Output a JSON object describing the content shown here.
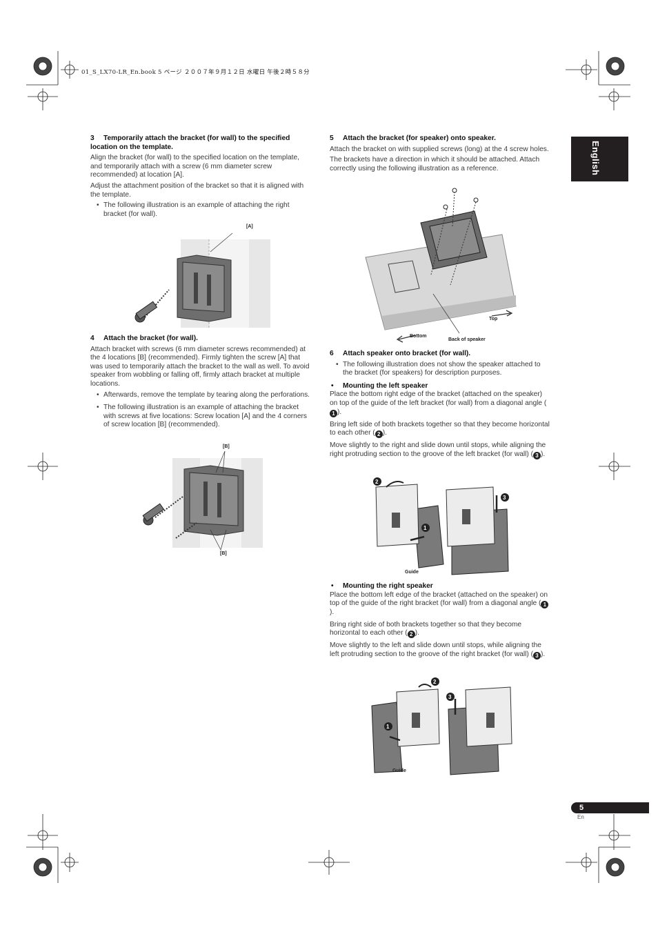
{
  "header": {
    "file_line": "01_S_LX70-LR_En.book  5 ページ  ２００７年９月１２日  水曜日  午後２時５８分"
  },
  "side_tab": "English",
  "page": {
    "number": "5",
    "lang": "En"
  },
  "left": {
    "s3": {
      "num": "3",
      "title": "Temporarily attach the bracket (for wall) to the specified location on the template.",
      "p1": "Align the bracket (for wall) to the specified location on the template, and temporarily attach with a screw (6 mm diameter screw recommended) at location [A].",
      "p2": "Adjust the attachment position of the bracket so that it is aligned with the template.",
      "b1": "The following illustration is an example of attaching the right bracket (for wall).",
      "fig_label": "[A]"
    },
    "s4": {
      "num": "4",
      "title": "Attach the bracket (for wall).",
      "p1": "Attach bracket with screws (6 mm diameter screws recommended) at the 4 locations [B] (recommended). Firmly tighten the screw [A] that was used to temporarily attach the bracket to the wall as well. To avoid speaker from wobbling or falling off, firmly attach bracket at multiple locations.",
      "b1": "Afterwards, remove the template by tearing along the perforations.",
      "b2": "The following illustration is an example of attaching the bracket with screws at five locations: Screw location [A] and the 4 corners of screw location [B] (recommended).",
      "fig_label_top": "[B]",
      "fig_label_bottom": "[B]"
    }
  },
  "right": {
    "s5": {
      "num": "5",
      "title": "Attach the bracket (for speaker) onto speaker.",
      "p1": "Attach the bracket on with supplied screws (long) at the 4 screw holes.",
      "p2": "The brackets have a direction in which it should be attached. Attach correctly using the following illustration as a reference.",
      "lbl_top": "Top",
      "lbl_bottom": "Bottom",
      "lbl_back": "Back of speaker"
    },
    "s6": {
      "num": "6",
      "title": "Attach speaker onto bracket (for wall).",
      "b1": "The following illustration does not show the speaker attached to the bracket (for speakers) for description purposes."
    },
    "left_speaker": {
      "title": "Mounting the left speaker",
      "p1a": "Place the bottom right edge of the bracket (attached on the speaker) on top of the guide of the left bracket (for wall) from a diagonal angle (",
      "p2a": "Bring left side of both brackets together so that they become horizontal to each other (",
      "p3a": "Move slightly to the right and slide down until stops, while aligning the right protruding section to the groove of the left bracket (for wall) (",
      "close": ").",
      "guide": "Guide"
    },
    "right_speaker": {
      "title": "Mounting the right speaker",
      "p1a": "Place the bottom left edge of the bracket (attached on the speaker) on top of the guide of the right bracket (for wall) from a diagonal angle (",
      "p2a": "Bring right side of both brackets together so that they become horizontal to each other (",
      "p3a": "Move slightly to the left and slide down until stops, while aligning the left protruding section to the groove of the right bracket (for wall) (",
      "close": ").",
      "guide": "Guide"
    },
    "steps": {
      "one": "1",
      "two": "2",
      "three": "3"
    }
  }
}
